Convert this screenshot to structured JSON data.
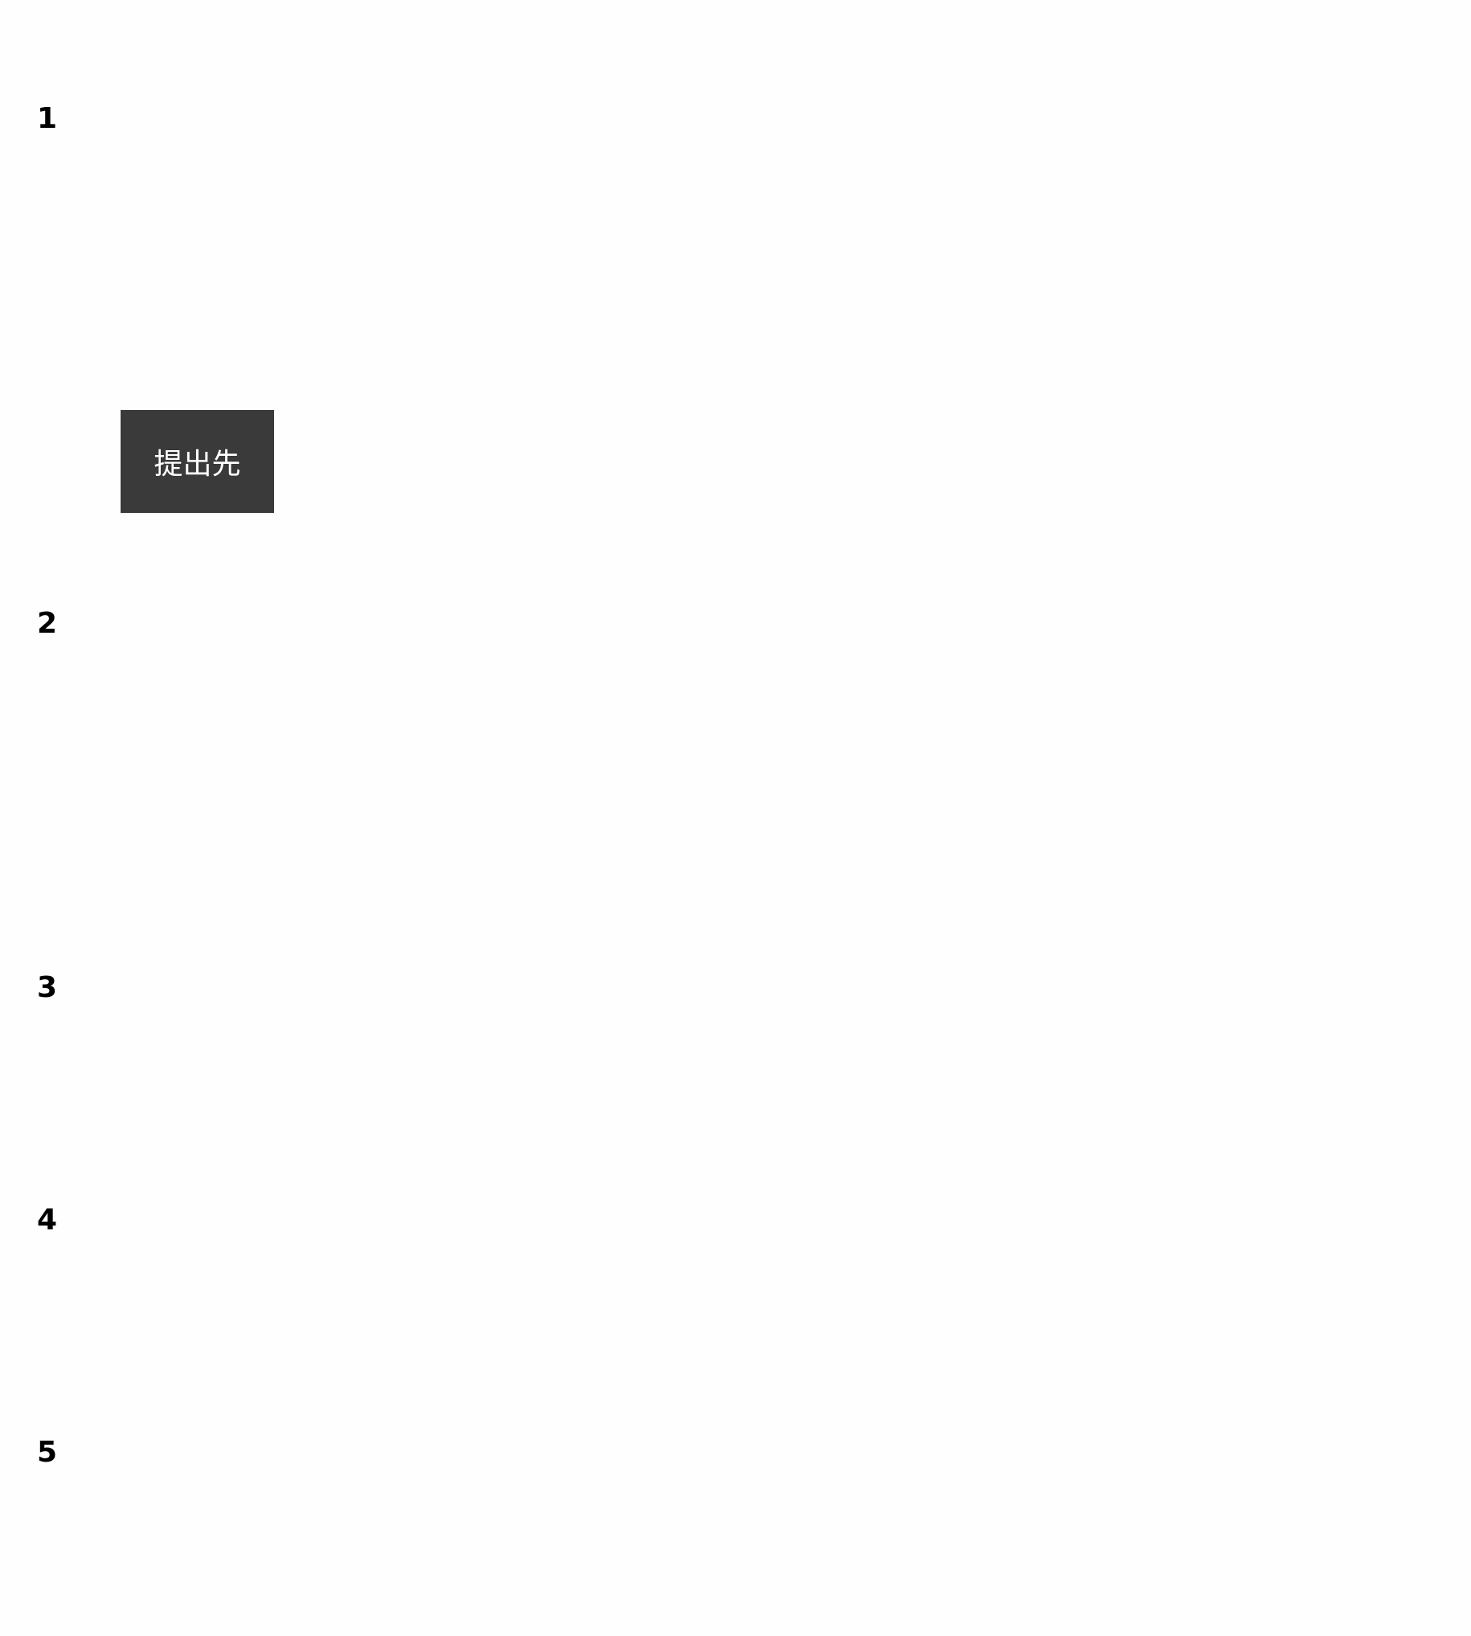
{
  "steps": [
    {
      "number": "1"
    },
    {
      "number": "2"
    },
    {
      "number": "3"
    },
    {
      "number": "4"
    },
    {
      "number": "5"
    }
  ],
  "step1": {
    "button_label": "提出先"
  },
  "colors": {
    "background": "#fefefe",
    "button_background": "#3a3a3a",
    "button_text": "#ffffff",
    "step_number_text": "#000000"
  }
}
